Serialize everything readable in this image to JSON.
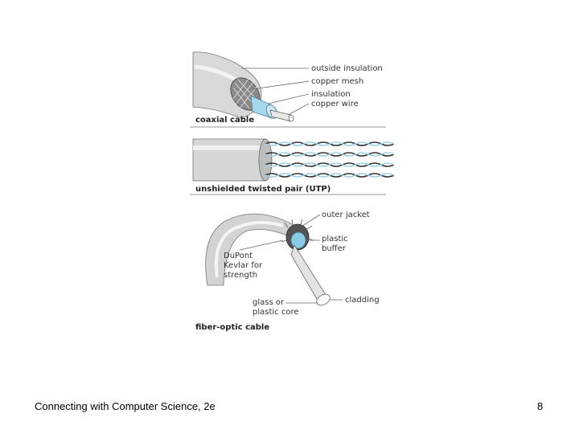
{
  "figure": {
    "coaxial": {
      "caption": "coaxial cable",
      "labels": [
        "outside insulation",
        "copper mesh",
        "insulation",
        "copper wire"
      ]
    },
    "utp": {
      "caption": "unshielded twisted pair (UTP)"
    },
    "fiber": {
      "caption": "fiber-optic cable",
      "labels": {
        "outer_jacket": "outer jacket",
        "plastic_buffer_1": "plastic",
        "plastic_buffer_2": "buffer",
        "kevlar_1": "DuPont",
        "kevlar_2": "Kevlar for",
        "kevlar_3": "strength",
        "cladding": "cladding",
        "core_1": "glass or",
        "core_2": "plastic core"
      }
    },
    "colors": {
      "jacket_gray": "#d6d6d6",
      "blue_accent": "#9fd3ea",
      "dark": "#333333"
    }
  },
  "footer": {
    "title": "Connecting with Computer Science, 2e",
    "page": "8"
  }
}
